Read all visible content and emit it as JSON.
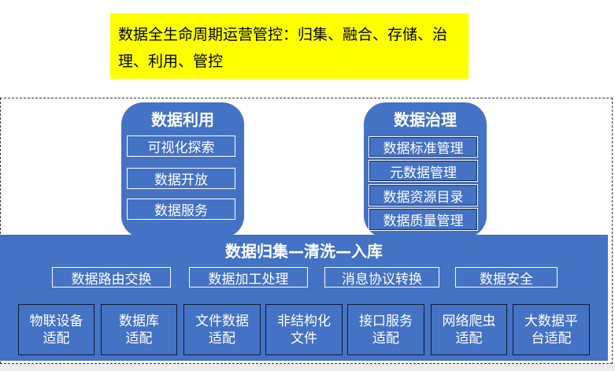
{
  "note": "数据全生命周期运营管控：归集、融合、存储、治理、利用、管控",
  "utilize": {
    "title": "数据利用",
    "items": [
      "可视化探索",
      "数据开放",
      "数据服务"
    ]
  },
  "govern": {
    "title": "数据治理",
    "items": [
      "数据标准管理",
      "元数据管理",
      "数据资源目录",
      "数据质量管理"
    ]
  },
  "collect": {
    "title": "数据归集—清洗—入库",
    "functions": [
      "数据路由交换",
      "数据加工处理",
      "消息协议转换",
      "数据安全"
    ],
    "adapters": [
      "物联设备\n适配",
      "数据库\n适配",
      "文件数据\n适配",
      "非结构化\n文件",
      "接口服务\n适配",
      "网络爬虫\n适配",
      "大数据平\n台适配"
    ]
  },
  "colors": {
    "blue": "#4472c4",
    "yellow": "#ffff00"
  }
}
